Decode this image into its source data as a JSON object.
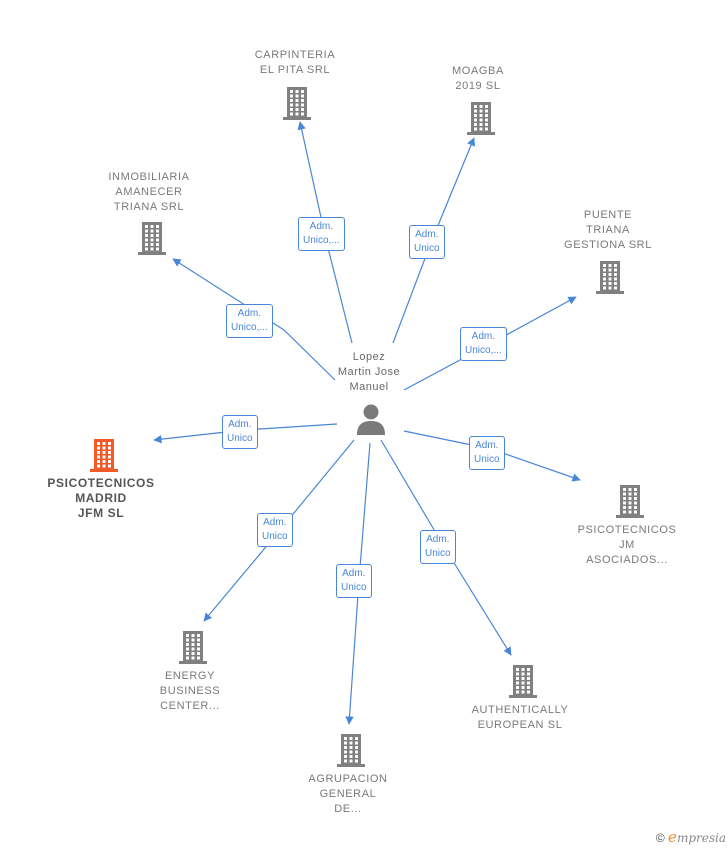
{
  "center": {
    "name": "Lopez\nMartin Jose\nManuel",
    "icon": "person-icon"
  },
  "nodes": [
    {
      "id": "carpinteria",
      "name": "CARPINTERIA\nEL PITA SRL",
      "role": "Adm.\nUnico,...",
      "highlight": false
    },
    {
      "id": "moagba",
      "name": "MOAGBA\n2019  SL",
      "role": "Adm.\nUnico",
      "highlight": false
    },
    {
      "id": "inmobiliaria",
      "name": "INMOBILIARIA\nAMANECER\nTRIANA SRL",
      "role": "Adm.\nUnico,...",
      "highlight": false
    },
    {
      "id": "puente",
      "name": "PUENTE\nTRIANA\nGESTIONA SRL",
      "role": "Adm.\nUnico,...",
      "highlight": false
    },
    {
      "id": "psico-madrid",
      "name": "PSICOTECNICOS\nMADRID\nJFM  SL",
      "role": "Adm.\nUnico",
      "highlight": true
    },
    {
      "id": "psico-jm",
      "name": "PSICOTECNICOS\nJM\nASOCIADOS...",
      "role": "Adm.\nUnico",
      "highlight": false
    },
    {
      "id": "energy",
      "name": "ENERGY\nBUSINESS\nCENTER...",
      "role": "Adm.\nUnico",
      "highlight": false
    },
    {
      "id": "agrupacion",
      "name": "AGRUPACION\nGENERAL\nDE...",
      "role": "Adm.\nUnico",
      "highlight": false
    },
    {
      "id": "authentically",
      "name": "AUTHENTICALLY\nEUROPEAN  SL",
      "role": "Adm.\nUnico",
      "highlight": false
    }
  ],
  "brand": {
    "copyright": "©",
    "logo_letter": "e",
    "logo_rest": "mpresia"
  },
  "colors": {
    "edge": "#4a86d6",
    "building": "#808080",
    "building_highlight": "#f05a28"
  }
}
